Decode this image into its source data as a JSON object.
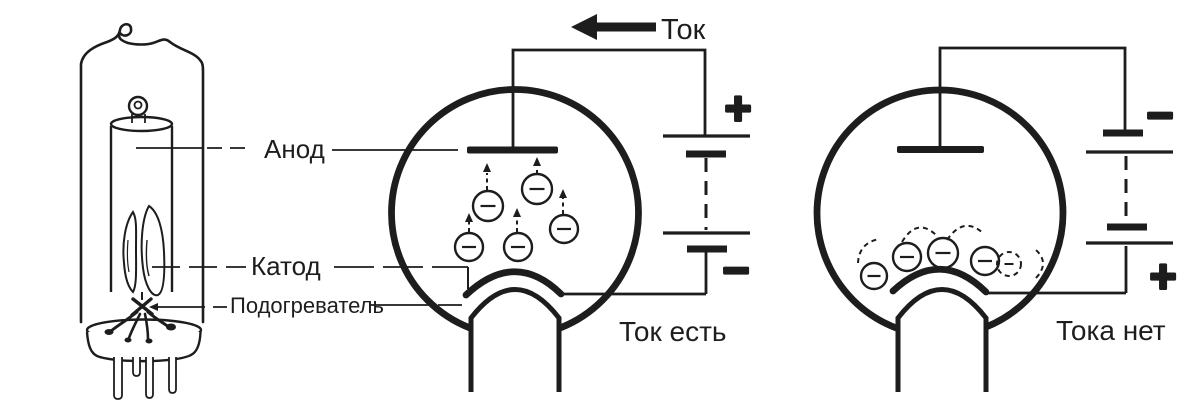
{
  "diagram": {
    "background_color": "#ffffff",
    "ink_color": "#1d1d1d",
    "tube_illustration_labels": {
      "anode": "Анод",
      "cathode": "Катод",
      "heater": "Подогреватель"
    },
    "conducting_circuit": {
      "current_arrow_label": "Ток",
      "battery": {
        "top_polarity": "+",
        "bottom_polarity": "−"
      },
      "caption": "Ток есть"
    },
    "nonconducting_circuit": {
      "battery": {
        "top_polarity": "−",
        "bottom_polarity": "+"
      },
      "caption": "Тока нет"
    },
    "electron_charge_symbol": "−"
  }
}
